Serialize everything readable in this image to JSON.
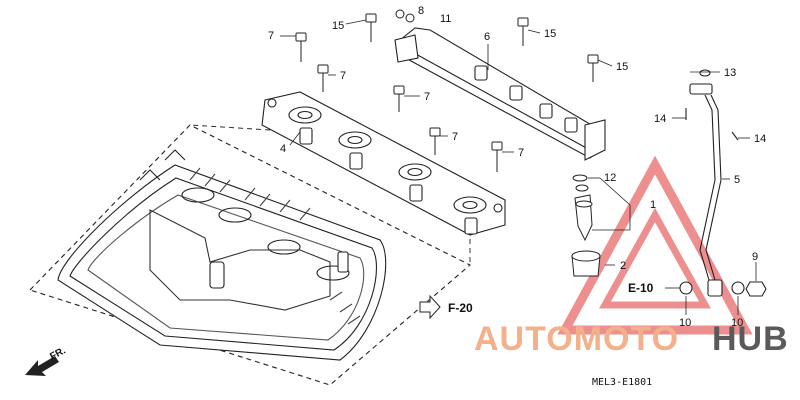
{
  "diagram": {
    "callouts": {
      "c1": "1",
      "c2": "2",
      "c4": "4",
      "c5": "5",
      "c6": "6",
      "c7a": "7",
      "c7b": "7",
      "c7c": "7",
      "c7d": "7",
      "c7e": "7",
      "c8": "8",
      "c9": "9",
      "c10a": "10",
      "c10b": "10",
      "c11": "11",
      "c12": "12",
      "c13": "13",
      "c14a": "14",
      "c14b": "14",
      "c15a": "15",
      "c15b": "15",
      "c15c": "15"
    },
    "ref_e10": "E-10",
    "ref_f20": "F-20",
    "fr": "FR.",
    "code": "MEL3-E1801"
  },
  "watermark": {
    "part1": "AUTOMOTO",
    "part2": "HUB",
    "colors": {
      "triangle": "#e05a5a",
      "text_light": "#f3b08a",
      "text_dark": "#5a5a5a"
    }
  }
}
